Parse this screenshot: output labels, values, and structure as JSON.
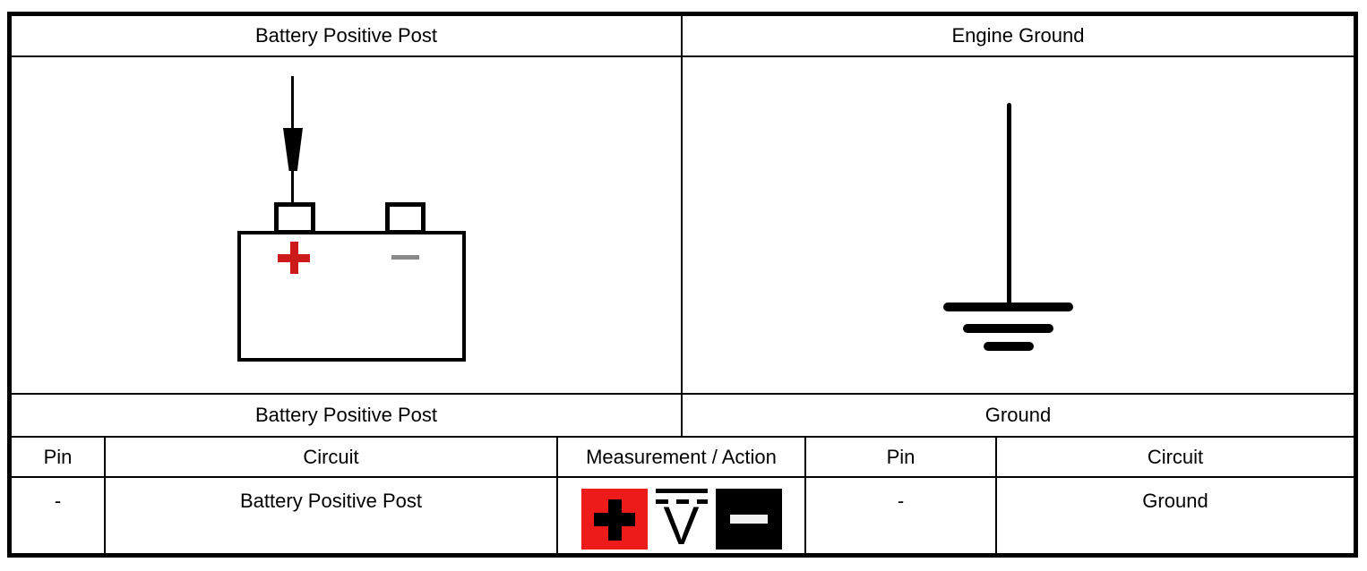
{
  "panels": {
    "left": {
      "title": "Battery Positive Post",
      "caption": "Battery Positive Post"
    },
    "right": {
      "title": "Engine Ground",
      "caption": "Ground"
    }
  },
  "table": {
    "headers": {
      "pin_left": "Pin",
      "circuit_left": "Circuit",
      "measurement": "Measurement / Action",
      "pin_right": "Pin",
      "circuit_right": "Circuit"
    },
    "row": {
      "pin_left": "-",
      "circuit_left": "Battery Positive Post",
      "measurement_icons": [
        "positive-probe-icon",
        "dc-voltage-icon",
        "negative-probe-icon"
      ],
      "pin_right": "-",
      "circuit_right": "Ground"
    }
  },
  "symbols": {
    "dc_volts_letter": "V"
  },
  "colors": {
    "positive_red": "#ee1b1b",
    "battery_plus_red": "#cc1a1a",
    "minus_gray": "#8a8a8a",
    "probe_minus_white": "#f2f2f2",
    "negative_black": "#000000",
    "line_black": "#000000"
  }
}
